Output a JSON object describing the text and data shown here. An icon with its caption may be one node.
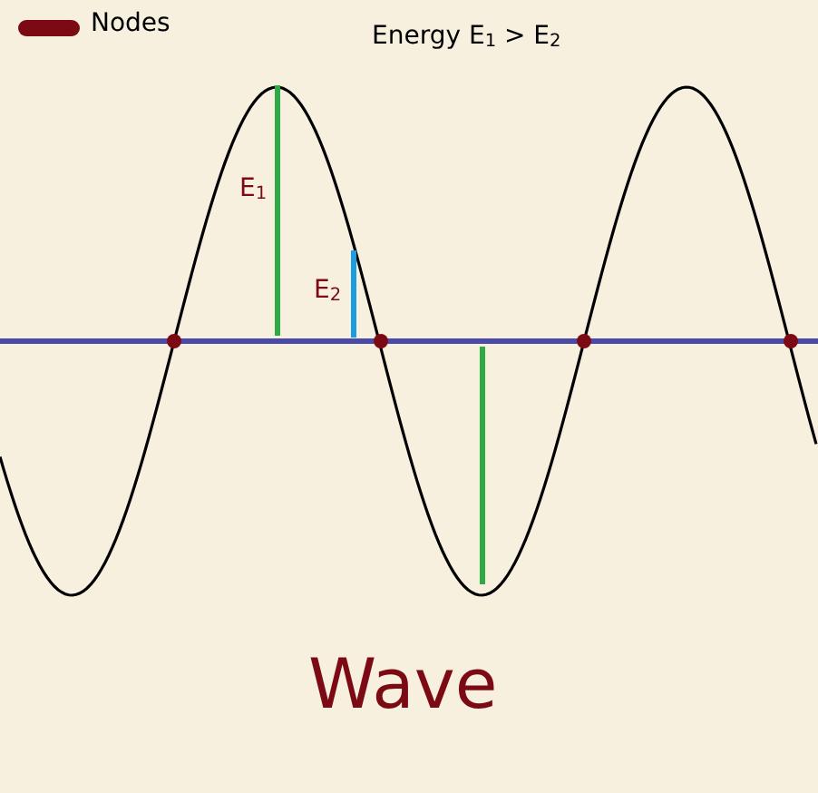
{
  "diagram": {
    "title": "Energy E$_{1}$ > E$_{2}$",
    "caption": "Wave",
    "labels": [
      "E$_{1}$",
      "E$_{2}$"
    ],
    "legend": [
      {
        "text": "Nodes",
        "color": "#7b0a14"
      }
    ]
  }
}
